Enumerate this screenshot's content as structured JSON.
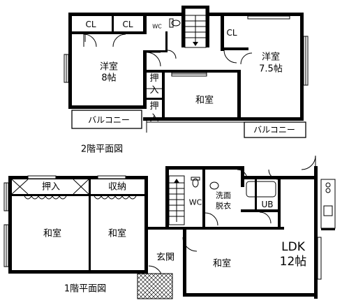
{
  "floor2": {
    "caption": "2階平面図",
    "rooms": {
      "cl_left": "CL",
      "cl_mid": "CL",
      "wc": "WC",
      "cl_right": "CL",
      "western_left_name": "洋室",
      "western_left_size": "8帖",
      "western_right_name": "洋室",
      "western_right_size": "7.5帖",
      "closet_top": "押入",
      "closet_bottom": "押入",
      "japanese": "和室",
      "balcony_left": "バルコニー",
      "balcony_right": "バルコニー"
    }
  },
  "floor1": {
    "caption": "1階平面図",
    "rooms": {
      "closet": "押入",
      "storage": "収納",
      "japanese_left": "和室",
      "japanese_mid": "和室",
      "wc": "WC",
      "washroom_line1": "洗面",
      "washroom_line2": "脱衣",
      "ub": "UB",
      "entrance": "玄関",
      "japanese_bottom": "和室",
      "ldk_name": "LDK",
      "ldk_size": "12帖"
    }
  }
}
